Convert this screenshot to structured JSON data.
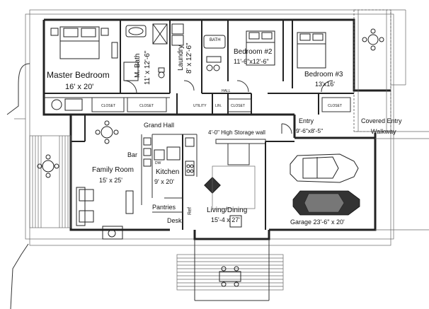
{
  "rooms": {
    "master_bedroom": {
      "name": "Master Bedroom",
      "size": "16' x 20'"
    },
    "master_bath": {
      "name": "M. Bath",
      "size": "11' x 12'-6\""
    },
    "laundry": {
      "name": "Laundry",
      "size": "8' x 12'-6\""
    },
    "bath": {
      "name": "BATH"
    },
    "bedroom2": {
      "name": "Bedroom #2",
      "size": "11'-6\"x12'-6\""
    },
    "bedroom3": {
      "name": "Bedroom #3",
      "size": "13'x16'"
    },
    "grand_hall": {
      "name": "Grand Hall"
    },
    "storage_wall": {
      "name": "4'-0\" High Storage wall"
    },
    "entry": {
      "name": "Entry",
      "size": "9'-6\"x8'-5\""
    },
    "covered_entry": {
      "name": "Covered Entry",
      "sub": "Walkway"
    },
    "bar": {
      "name": "Bar"
    },
    "family_room": {
      "name": "Family Room",
      "size": "15' x 25'"
    },
    "kitchen": {
      "name": "Kitchen",
      "size": "9' x 20'"
    },
    "pantries": {
      "name": "Pantries"
    },
    "desk": {
      "name": "Desk"
    },
    "ref": {
      "name": "Ref"
    },
    "dw": {
      "name": "DW"
    },
    "living_dining": {
      "name": "Living/Dining",
      "size": "15'-4 x 27'"
    },
    "garage": {
      "name": "Garage 23'-6\" x 20'"
    }
  },
  "closets": {
    "c1": "CLOSET",
    "c2": "CLOSET",
    "c3": "CLOSET",
    "c4": "CLOSET",
    "utility": "UTILITY",
    "linen": "LIN.",
    "hall": "HALL"
  }
}
